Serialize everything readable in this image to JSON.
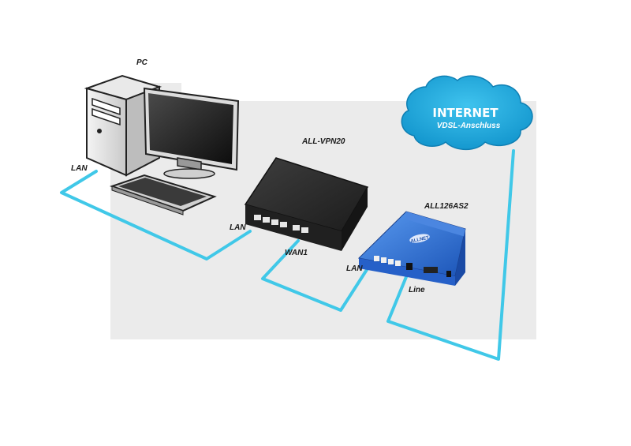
{
  "labels": {
    "pc": "PC",
    "pc_lan": "LAN",
    "vpn_device": "ALL-VPN20",
    "vpn_lan": "LAN",
    "vpn_wan": "WAN1",
    "modem_device": "ALL126AS2",
    "modem_lan": "LAN",
    "modem_line": "Line",
    "internet_title": "INTERNET",
    "internet_sub": "VDSL-Anschluss",
    "modem_logo": "ALLNET"
  },
  "colors": {
    "cable": "#40c8e8",
    "backdrop": "#ebebeb",
    "cloud": "#1ba9d8",
    "modem": "#2a6fd0",
    "vpn_box": "#2b2b2b"
  }
}
